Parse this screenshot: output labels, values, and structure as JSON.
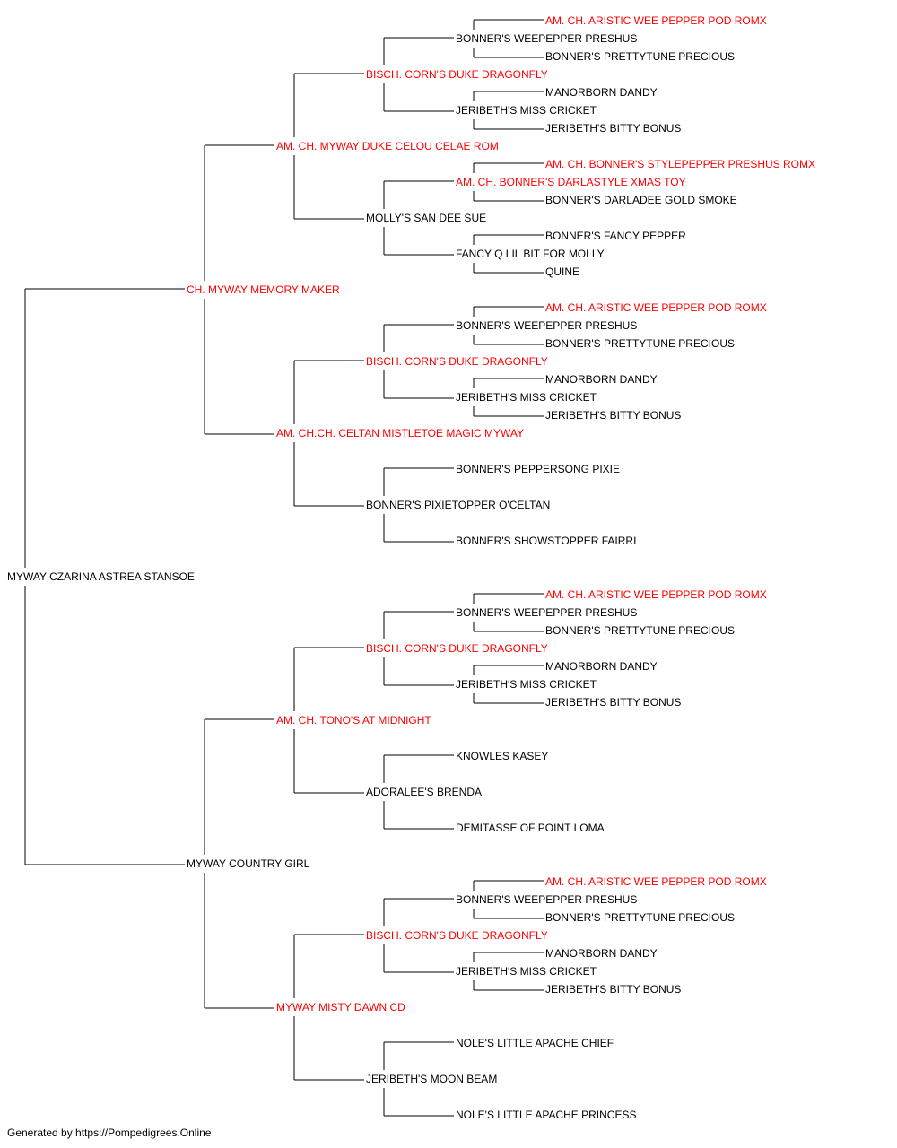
{
  "colors": {
    "champion": "#ff0000",
    "normal": "#000000",
    "line": "#000000"
  },
  "footer": "Generated by https://Pompedigrees.Online",
  "pedigree": {
    "name": "MYWAY CZARINA ASTREA STANSOE",
    "champion": false,
    "parents": [
      {
        "name": "CH. MYWAY MEMORY MAKER",
        "champion": true,
        "parents": [
          {
            "name": "AM. CH. MYWAY DUKE CELOU CELAE ROM",
            "champion": true,
            "parents": [
              {
                "name": "BISCH. CORN'S DUKE DRAGONFLY",
                "champion": true,
                "parents": [
                  {
                    "name": "BONNER'S WEEPEPPER PRESHUS",
                    "champion": false,
                    "parents": [
                      {
                        "name": "AM. CH. ARISTIC WEE PEPPER POD ROMX",
                        "champion": true
                      },
                      {
                        "name": "BONNER'S PRETTYTUNE PRECIOUS",
                        "champion": false
                      }
                    ]
                  },
                  {
                    "name": "JERIBETH'S MISS CRICKET",
                    "champion": false,
                    "parents": [
                      {
                        "name": "MANORBORN DANDY",
                        "champion": false
                      },
                      {
                        "name": "JERIBETH'S BITTY BONUS",
                        "champion": false
                      }
                    ]
                  }
                ]
              },
              {
                "name": "MOLLY'S SAN DEE SUE",
                "champion": false,
                "parents": [
                  {
                    "name": "AM. CH. BONNER'S DARLASTYLE XMAS TOY",
                    "champion": true,
                    "parents": [
                      {
                        "name": "AM. CH. BONNER'S STYLEPEPPER PRESHUS ROMX",
                        "champion": true
                      },
                      {
                        "name": "BONNER'S DARLADEE GOLD SMOKE",
                        "champion": false
                      }
                    ]
                  },
                  {
                    "name": "FANCY Q LIL BIT FOR MOLLY",
                    "champion": false,
                    "parents": [
                      {
                        "name": "BONNER'S FANCY PEPPER",
                        "champion": false
                      },
                      {
                        "name": "QUINE",
                        "champion": false
                      }
                    ]
                  }
                ]
              }
            ]
          },
          {
            "name": "AM. CH.CH. CELTAN MISTLETOE MAGIC MYWAY",
            "champion": true,
            "parents": [
              {
                "name": "BISCH. CORN'S DUKE DRAGONFLY",
                "champion": true,
                "parents": [
                  {
                    "name": "BONNER'S WEEPEPPER PRESHUS",
                    "champion": false,
                    "parents": [
                      {
                        "name": "AM. CH. ARISTIC WEE PEPPER POD ROMX",
                        "champion": true
                      },
                      {
                        "name": "BONNER'S PRETTYTUNE PRECIOUS",
                        "champion": false
                      }
                    ]
                  },
                  {
                    "name": "JERIBETH'S MISS CRICKET",
                    "champion": false,
                    "parents": [
                      {
                        "name": "MANORBORN DANDY",
                        "champion": false
                      },
                      {
                        "name": "JERIBETH'S BITTY BONUS",
                        "champion": false
                      }
                    ]
                  }
                ]
              },
              {
                "name": "BONNER'S PIXIETOPPER O'CELTAN",
                "champion": false,
                "parents": [
                  {
                    "name": "BONNER'S PEPPERSONG PIXIE",
                    "champion": false
                  },
                  {
                    "name": "BONNER'S SHOWSTOPPER FAIRRI",
                    "champion": false
                  }
                ]
              }
            ]
          }
        ]
      },
      {
        "name": "MYWAY COUNTRY GIRL",
        "champion": false,
        "parents": [
          {
            "name": "AM. CH. TONO'S AT MIDNIGHT",
            "champion": true,
            "parents": [
              {
                "name": "BISCH. CORN'S DUKE DRAGONFLY",
                "champion": true,
                "parents": [
                  {
                    "name": "BONNER'S WEEPEPPER PRESHUS",
                    "champion": false,
                    "parents": [
                      {
                        "name": "AM. CH. ARISTIC WEE PEPPER POD ROMX",
                        "champion": true
                      },
                      {
                        "name": "BONNER'S PRETTYTUNE PRECIOUS",
                        "champion": false
                      }
                    ]
                  },
                  {
                    "name": "JERIBETH'S MISS CRICKET",
                    "champion": false,
                    "parents": [
                      {
                        "name": "MANORBORN DANDY",
                        "champion": false
                      },
                      {
                        "name": "JERIBETH'S BITTY BONUS",
                        "champion": false
                      }
                    ]
                  }
                ]
              },
              {
                "name": "ADORALEE'S BRENDA",
                "champion": false,
                "parents": [
                  {
                    "name": "KNOWLES KASEY",
                    "champion": false
                  },
                  {
                    "name": "DEMITASSE OF POINT LOMA",
                    "champion": false
                  }
                ]
              }
            ]
          },
          {
            "name": "MYWAY MISTY DAWN CD",
            "champion": true,
            "parents": [
              {
                "name": "BISCH. CORN'S DUKE DRAGONFLY",
                "champion": true,
                "parents": [
                  {
                    "name": "BONNER'S WEEPEPPER PRESHUS",
                    "champion": false,
                    "parents": [
                      {
                        "name": "AM. CH. ARISTIC WEE PEPPER POD ROMX",
                        "champion": true
                      },
                      {
                        "name": "BONNER'S PRETTYTUNE PRECIOUS",
                        "champion": false
                      }
                    ]
                  },
                  {
                    "name": "JERIBETH'S MISS CRICKET",
                    "champion": false,
                    "parents": [
                      {
                        "name": "MANORBORN DANDY",
                        "champion": false
                      },
                      {
                        "name": "JERIBETH'S BITTY BONUS",
                        "champion": false
                      }
                    ]
                  }
                ]
              },
              {
                "name": "JERIBETH'S MOON BEAM",
                "champion": false,
                "parents": [
                  {
                    "name": "NOLE'S LITTLE APACHE CHIEF",
                    "champion": false
                  },
                  {
                    "name": "NOLE'S LITTLE APACHE PRINCESS",
                    "champion": false
                  }
                ]
              }
            ]
          }
        ]
      }
    ]
  }
}
